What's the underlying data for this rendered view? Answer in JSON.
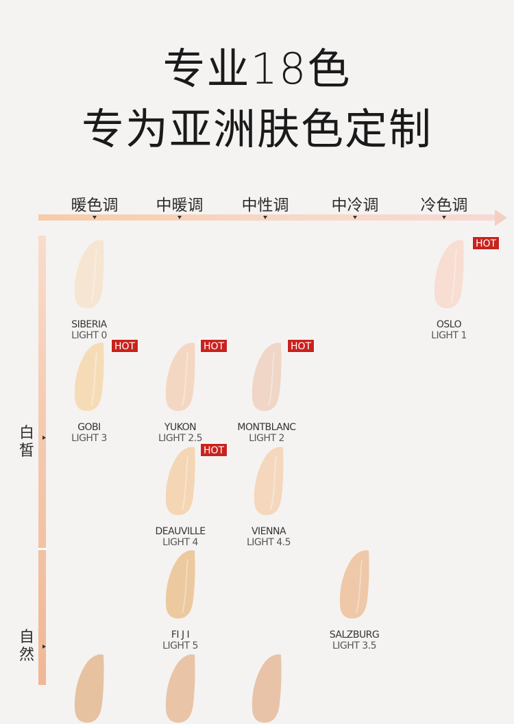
{
  "header": {
    "title_line1": "专业18色",
    "title_line2": "专为亚洲肤色定制"
  },
  "tone_axis": {
    "labels": [
      "暖色调",
      "中暖调",
      "中性调",
      "中冷调",
      "冷色调"
    ]
  },
  "depth_axis": {
    "labels": [
      "白皙",
      "自然"
    ]
  },
  "hot_badge": "HOT",
  "shades": [
    {
      "name": "SIBERIA",
      "code": "LIGHT 0",
      "color": "#f6e5d2",
      "hot": false
    },
    {
      "name": "OSLO",
      "code": "LIGHT 1",
      "color": "#f8ddd2",
      "hot": true
    },
    {
      "name": "GOBI",
      "code": "LIGHT 3",
      "color": "#f6dcb6",
      "hot": true
    },
    {
      "name": "YUKON",
      "code": "LIGHT 2.5",
      "color": "#f4d7c2",
      "hot": true
    },
    {
      "name": "MONTBLANC",
      "code": "LIGHT 2",
      "color": "#efd6c6",
      "hot": true
    },
    {
      "name": "DEAUVILLE",
      "code": "LIGHT 4",
      "color": "#f4d6b4",
      "hot": true
    },
    {
      "name": "VIENNA",
      "code": "LIGHT 4.5",
      "color": "#f4d7bd",
      "hot": false
    },
    {
      "name": "FI J I",
      "code": "LIGHT 5",
      "color": "#ecc99f",
      "hot": false
    },
    {
      "name": "SALZBURG",
      "code": "LIGHT 3.5",
      "color": "#eec8a8",
      "hot": false
    }
  ],
  "partial_shade_colors": [
    "#e7c2a0",
    "#e9c4a6",
    "#e8c3a8"
  ]
}
